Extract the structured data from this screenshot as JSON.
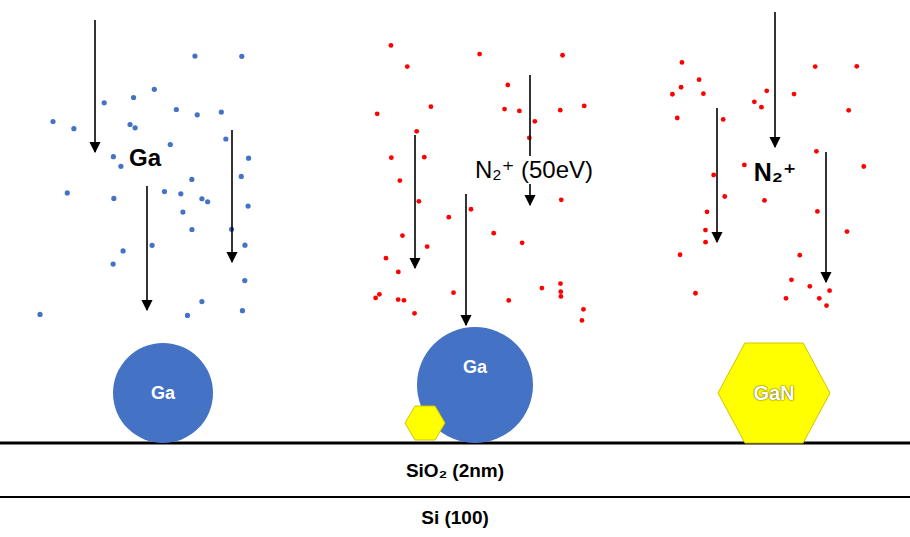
{
  "diagram": {
    "nodes": [
      {
        "text": [
          "Ga"
        ]
      },
      {
        "text": [
          "Ga"
        ]
      },
      {
        "text": [
          "GaN"
        ]
      },
      {
        "text": [
          "SiO₂ (2nm)"
        ]
      },
      {
        "text": [
          "Si (100)"
        ]
      }
    ],
    "labels": [
      "Ga",
      "N₂⁺ (50eV)",
      "N₂⁺"
    ]
  }
}
